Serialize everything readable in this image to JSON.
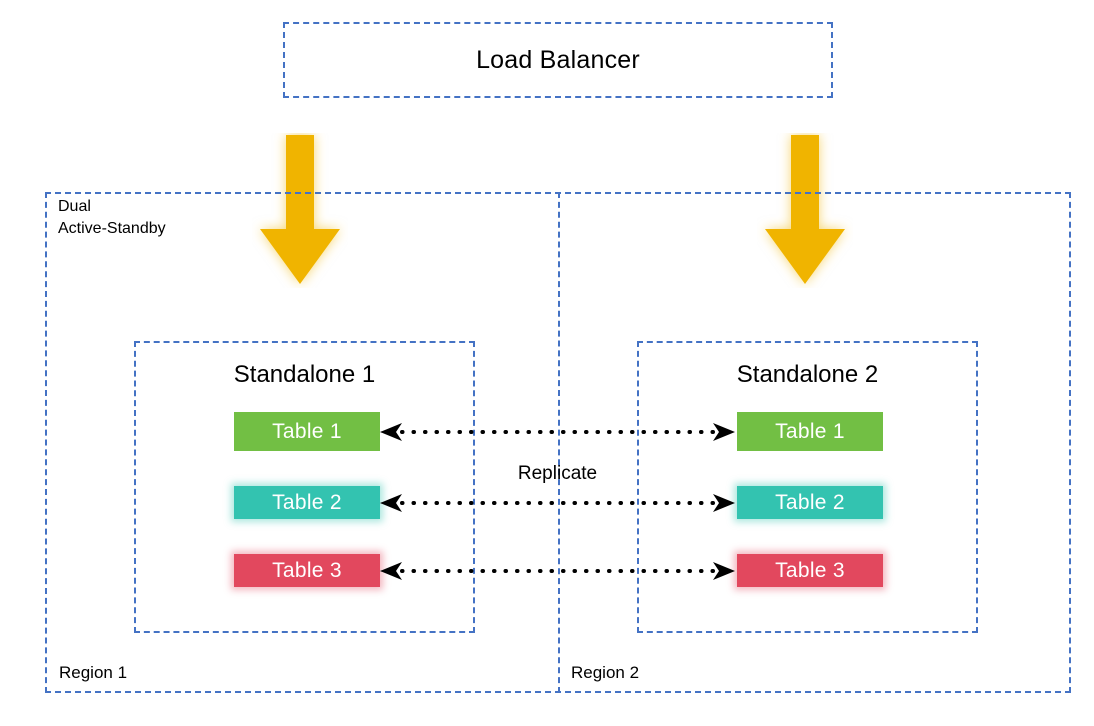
{
  "diagram": {
    "title_box": {
      "label": "Load Balancer"
    },
    "outer_region": {
      "label": "Dual\nActive-Standby",
      "regions": [
        {
          "label": "Region 1"
        },
        {
          "label": "Region 2"
        }
      ]
    },
    "replication": {
      "label": "Replicate",
      "arrow_style": "dotted-bidirectional",
      "arrow_color": "#000000"
    },
    "flow_arrows": [
      {
        "name": "load-balancer-to-standalone-1",
        "direction": "down",
        "color": "#f0b400"
      },
      {
        "name": "load-balancer-to-standalone-2",
        "direction": "down",
        "color": "#f0b400"
      }
    ],
    "standalones": [
      {
        "title": "Standalone 1",
        "tables": [
          {
            "label": "Table 1",
            "color": "#72bf44"
          },
          {
            "label": "Table 2",
            "color": "#33c3b0"
          },
          {
            "label": "Table 3",
            "color": "#e2485e"
          }
        ]
      },
      {
        "title": "Standalone 2",
        "tables": [
          {
            "label": "Table 1",
            "color": "#72bf44"
          },
          {
            "label": "Table 2",
            "color": "#33c3b0"
          },
          {
            "label": "Table 3",
            "color": "#e2485e"
          }
        ]
      }
    ],
    "colors": {
      "border_blue": "#4472c4",
      "arrow_gold": "#f0b400",
      "table_green": "#72bf44",
      "table_teal": "#33c3b0",
      "table_red": "#e2485e",
      "text": "#000000",
      "background": "#ffffff"
    }
  }
}
